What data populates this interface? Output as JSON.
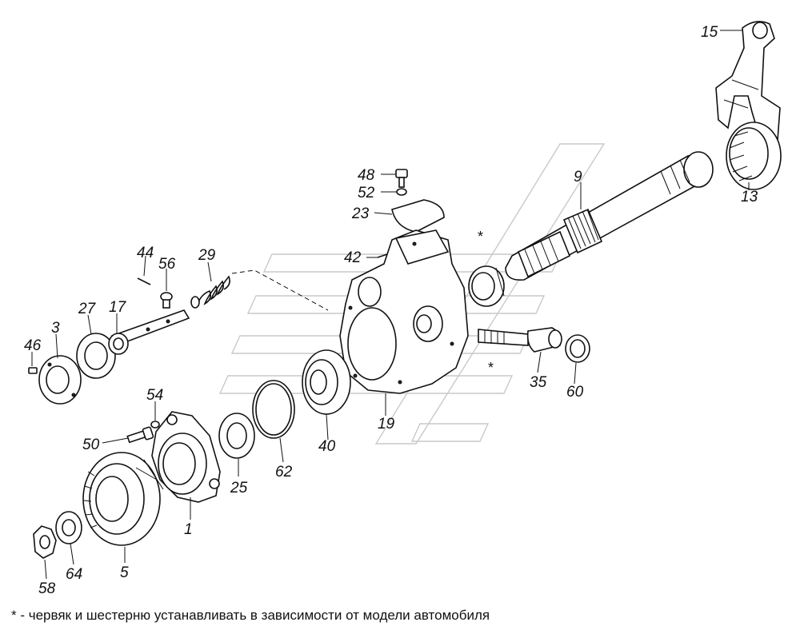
{
  "parts": [
    {
      "id": "15",
      "label": "15"
    },
    {
      "id": "13",
      "label": "13"
    },
    {
      "id": "48",
      "label": "48"
    },
    {
      "id": "52",
      "label": "52"
    },
    {
      "id": "23",
      "label": "23"
    },
    {
      "id": "9",
      "label": "9"
    },
    {
      "id": "42",
      "label": "42"
    },
    {
      "id": "44",
      "label": "44"
    },
    {
      "id": "56",
      "label": "56"
    },
    {
      "id": "29",
      "label": "29"
    },
    {
      "id": "27",
      "label": "27"
    },
    {
      "id": "17",
      "label": "17"
    },
    {
      "id": "46",
      "label": "46"
    },
    {
      "id": "3",
      "label": "3"
    },
    {
      "id": "54",
      "label": "54"
    },
    {
      "id": "50",
      "label": "50"
    },
    {
      "id": "25",
      "label": "25"
    },
    {
      "id": "62",
      "label": "62"
    },
    {
      "id": "40",
      "label": "40"
    },
    {
      "id": "19",
      "label": "19"
    },
    {
      "id": "35",
      "label": "35"
    },
    {
      "id": "60",
      "label": "60"
    },
    {
      "id": "1",
      "label": "1"
    },
    {
      "id": "5",
      "label": "5"
    },
    {
      "id": "64",
      "label": "64"
    },
    {
      "id": "58",
      "label": "58"
    }
  ],
  "markers": {
    "star": "*"
  },
  "footnote": "*  -  червяк и шестерню устанавливать в зависимости от модели автомобиля"
}
